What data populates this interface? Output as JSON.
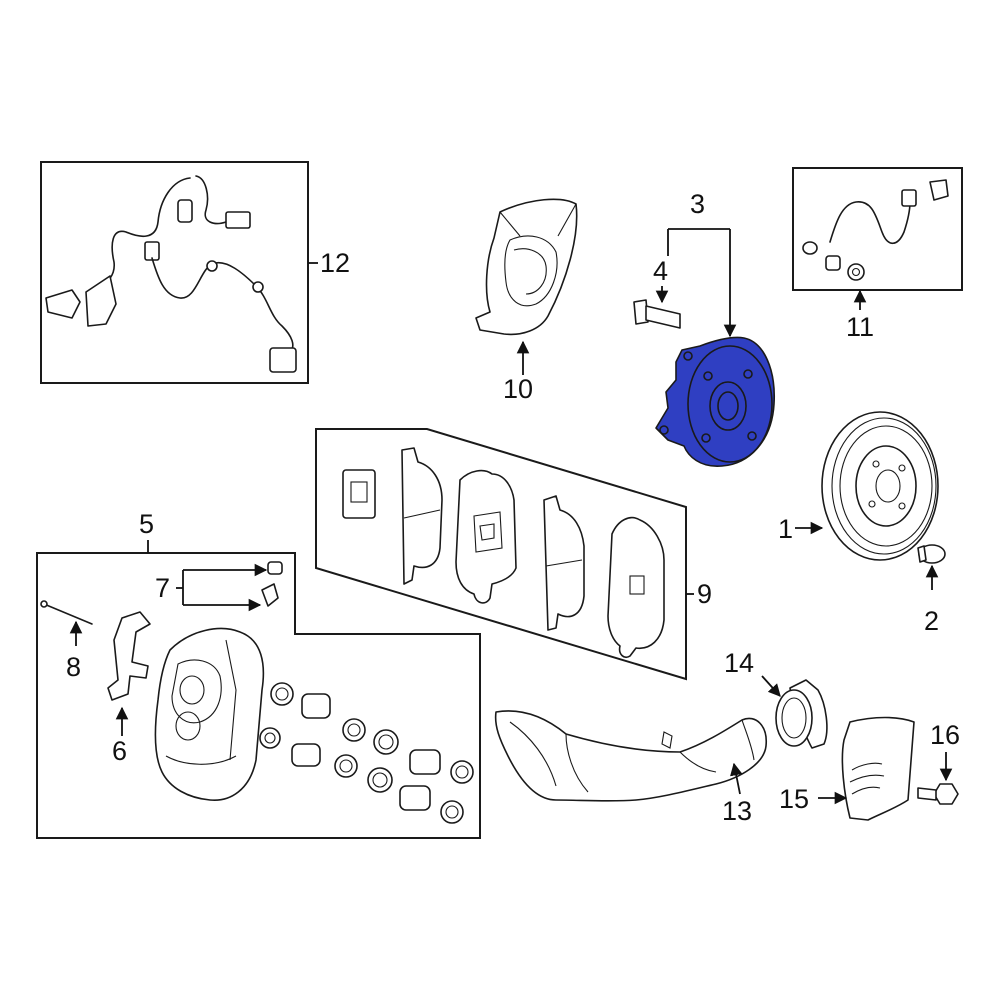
{
  "colors": {
    "highlight": "#2f3fc2",
    "line": "#1a1a1a",
    "background": "#ffffff"
  },
  "callouts": {
    "c1": "1",
    "c2": "2",
    "c3": "3",
    "c4": "4",
    "c5": "5",
    "c6": "6",
    "c7": "7",
    "c8": "8",
    "c9": "9",
    "c10": "10",
    "c11": "11",
    "c12": "12",
    "c13": "13",
    "c14": "14",
    "c15": "15",
    "c16": "16"
  }
}
